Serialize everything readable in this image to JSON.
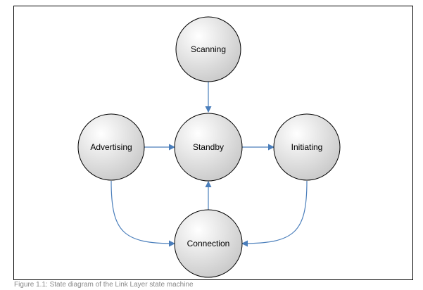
{
  "diagram": {
    "states": {
      "scanning": "Scanning",
      "standby": "Standby",
      "advertising": "Advertising",
      "initiating": "Initiating",
      "connection": "Connection"
    },
    "colors": {
      "arrow": "#4a7ebb",
      "node_fill_light": "#ffffff",
      "node_fill_dark": "#c9c9c9",
      "node_stroke": "#000000"
    }
  },
  "caption": "Figure 1.1: State diagram of the Link Layer state machine"
}
